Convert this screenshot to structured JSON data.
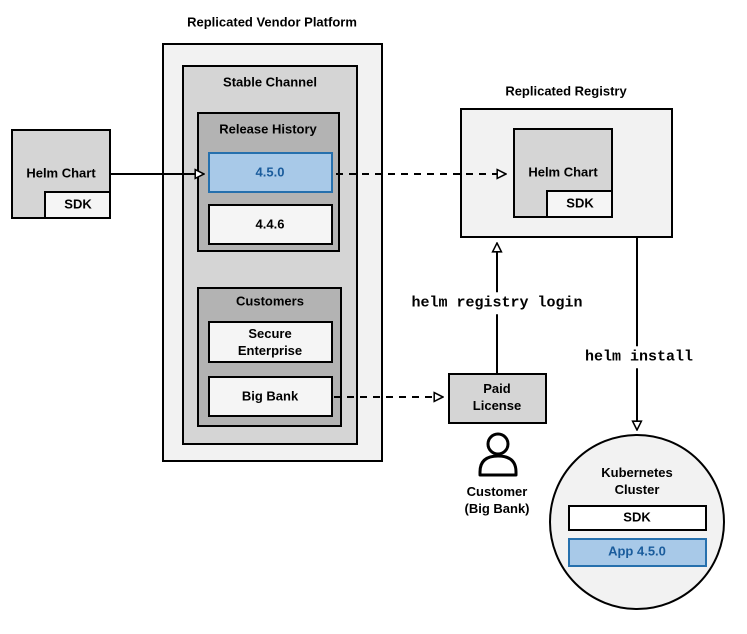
{
  "vendor_platform": {
    "title": "Replicated Vendor Platform"
  },
  "stable_channel": {
    "title": "Stable Channel"
  },
  "release_history": {
    "title": "Release History",
    "releases": [
      {
        "label": "4.5.0",
        "highlighted": true
      },
      {
        "label": "4.4.6",
        "highlighted": false
      }
    ]
  },
  "customers": {
    "title": "Customers",
    "items": [
      {
        "label": "Secure\nEnterprise"
      },
      {
        "label": "Big Bank"
      }
    ]
  },
  "source_chart": {
    "label": "Helm Chart",
    "sdk_label": "SDK"
  },
  "registry": {
    "title": "Replicated Registry",
    "chart_label": "Helm Chart",
    "sdk_label": "SDK"
  },
  "paid_license": {
    "label": "Paid\nLicense"
  },
  "customer": {
    "label": "Customer\n(Big Bank)"
  },
  "commands": {
    "registry_login": "helm registry login",
    "install": "helm install"
  },
  "cluster": {
    "title": "Kubernetes Cluster",
    "sdk_label": "SDK",
    "app_label": "App 4.5.0"
  },
  "colors": {
    "container_light": "#f2f2f2",
    "panel_mid": "#d5d5d5",
    "panel_dark": "#b3b3b3",
    "inner_box": "#f5f5f5",
    "highlight_fill": "#a8c9e8",
    "highlight_border": "#2670ad",
    "highlight_text": "#1a5c9c",
    "line": "#000000"
  }
}
